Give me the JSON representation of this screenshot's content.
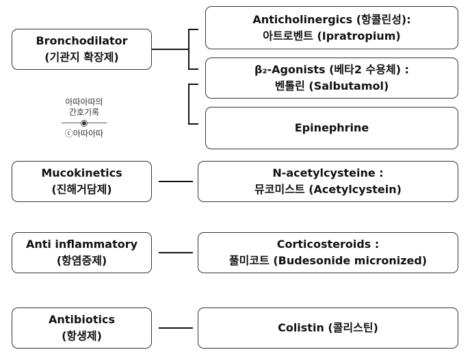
{
  "categories": [
    {
      "line1": "Bronchodilator",
      "line2": "(기관지 확장제)"
    },
    {
      "line1": "Mucokinetics",
      "line2": "(진해거담제)"
    },
    {
      "line1": "Anti inflammatory",
      "line2": "(항염증제)"
    },
    {
      "line1": "Antibiotics",
      "line2": "(항생제)"
    }
  ],
  "drugs": [
    {
      "line1": "Anticholinergics (항콜린성):",
      "line2": "아트로벤트 (Ipratropium)"
    },
    {
      "line1": "β₂-Agonists (베타2 수용체) :",
      "line2": "벤톨린 (Salbutamol)"
    },
    {
      "line1": "Epinephrine",
      "line2": ""
    },
    {
      "line1": "N-acetylcysteine :",
      "line2": "뮤코미스트 (Acetylcystein)"
    },
    {
      "line1": "Corticosteroids :",
      "line2": "풀미코트 (Budesonide micronized)"
    },
    {
      "line1": "Colistin (콜리스틴)",
      "line2": ""
    }
  ],
  "watermark": {
    "line1": "아따아따의",
    "line2": "간호기록",
    "line3": "ⓒ아따아따"
  },
  "colors": {
    "border": "#333333",
    "line": "#111111",
    "text": "#111111"
  }
}
